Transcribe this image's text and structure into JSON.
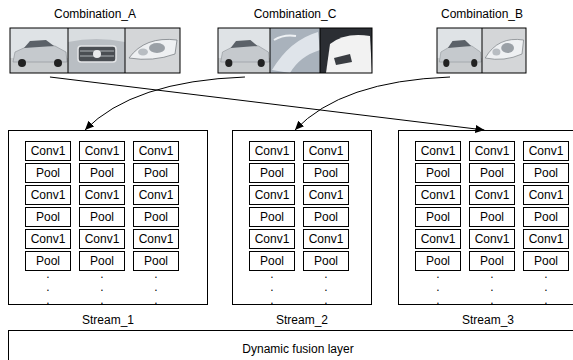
{
  "diagram": {
    "nodes": [
      {
        "text": [
          "Combination_A"
        ]
      },
      {
        "text": [
          "Combination_C"
        ]
      },
      {
        "text": [
          "Combination_B"
        ]
      },
      {
        "text": [
          "Stream_1"
        ]
      },
      {
        "text": [
          "Conv1"
        ],
        "in": 3
      },
      {
        "text": [
          "Conv1"
        ],
        "in": 3
      },
      {
        "text": [
          "Conv1"
        ],
        "in": 3
      },
      {
        "text": [
          "Pool"
        ],
        "in": 3
      },
      {
        "text": [
          "Pool"
        ],
        "in": 3
      },
      {
        "text": [
          "Pool"
        ],
        "in": 3
      },
      {
        "text": [
          "Conv1"
        ],
        "in": 3
      },
      {
        "text": [
          "Conv1"
        ],
        "in": 3
      },
      {
        "text": [
          "Conv1"
        ],
        "in": 3
      },
      {
        "text": [
          "Pool"
        ],
        "in": 3
      },
      {
        "text": [
          "Pool"
        ],
        "in": 3
      },
      {
        "text": [
          "Pool"
        ],
        "in": 3
      },
      {
        "text": [
          "Conv1"
        ],
        "in": 3
      },
      {
        "text": [
          "Conv1"
        ],
        "in": 3
      },
      {
        "text": [
          "Conv1"
        ],
        "in": 3
      },
      {
        "text": [
          "Pool"
        ],
        "in": 3
      },
      {
        "text": [
          "Pool"
        ],
        "in": 3
      },
      {
        "text": [
          "Pool"
        ],
        "in": 3
      },
      {
        "text": [
          "Stream_2"
        ]
      },
      {
        "text": [
          "Conv1"
        ],
        "in": 22
      },
      {
        "text": [
          "Conv1"
        ],
        "in": 22
      },
      {
        "text": [
          "Pool"
        ],
        "in": 22
      },
      {
        "text": [
          "Pool"
        ],
        "in": 22
      },
      {
        "text": [
          "Conv1"
        ],
        "in": 22
      },
      {
        "text": [
          "Conv1"
        ],
        "in": 22
      },
      {
        "text": [
          "Pool"
        ],
        "in": 22
      },
      {
        "text": [
          "Pool"
        ],
        "in": 22
      },
      {
        "text": [
          "Conv1"
        ],
        "in": 22
      },
      {
        "text": [
          "Conv1"
        ],
        "in": 22
      },
      {
        "text": [
          "Pool"
        ],
        "in": 22
      },
      {
        "text": [
          "Pool"
        ],
        "in": 22
      },
      {
        "text": [
          "Stream_3"
        ]
      },
      {
        "text": [
          "Conv1"
        ],
        "in": 35
      },
      {
        "text": [
          "Conv1"
        ],
        "in": 35
      },
      {
        "text": [
          "Conv1"
        ],
        "in": 35
      },
      {
        "text": [
          "Pool"
        ],
        "in": 35
      },
      {
        "text": [
          "Pool"
        ],
        "in": 35
      },
      {
        "text": [
          "Pool"
        ],
        "in": 35
      },
      {
        "text": [
          "Conv1"
        ],
        "in": 35
      },
      {
        "text": [
          "Conv1"
        ],
        "in": 35
      },
      {
        "text": [
          "Conv1"
        ],
        "in": 35
      },
      {
        "text": [
          "Pool"
        ],
        "in": 35
      },
      {
        "text": [
          "Pool"
        ],
        "in": 35
      },
      {
        "text": [
          "Pool"
        ],
        "in": 35
      },
      {
        "text": [
          "Conv1"
        ],
        "in": 35
      },
      {
        "text": [
          "Conv1"
        ],
        "in": 35
      },
      {
        "text": [
          "Conv1"
        ],
        "in": 35
      },
      {
        "text": [
          "Pool"
        ],
        "in": 35
      },
      {
        "text": [
          "Pool"
        ],
        "in": 35
      },
      {
        "text": [
          "Pool"
        ],
        "in": 35
      },
      {
        "text": [
          "Dynamic fusion layer"
        ]
      }
    ],
    "edges": [
      {
        "from": 0,
        "to": 35,
        "arrow": "to"
      },
      {
        "from": 1,
        "to": 3,
        "arrow": "to"
      },
      {
        "from": 2,
        "to": 22,
        "arrow": "to"
      }
    ],
    "labels": [
      ".",
      ".",
      ".",
      ".",
      ".",
      ".",
      ".",
      ".",
      ".",
      ".",
      ".",
      ".",
      ".",
      ".",
      ".",
      ".",
      ".",
      ".",
      ".",
      ".",
      ".",
      ".",
      ".",
      "."
    ]
  }
}
